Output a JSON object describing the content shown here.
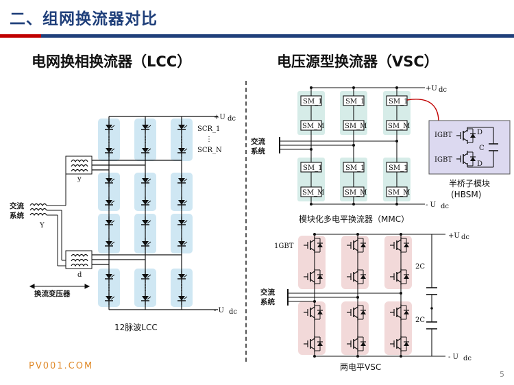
{
  "slide_title": "二、组网换流器对比",
  "lcc": {
    "heading": "电网换相换流器（LCC）",
    "caption": "12脉波LCC",
    "udc_plus": "+U",
    "udc_minus": "- U",
    "dc_sub": "dc",
    "scr_1": "SCR_1",
    "scr_dots": "⋮",
    "scr_n": "SCR_N",
    "label_y_small": "y",
    "label_y_big": "Y",
    "label_d": "d",
    "ac_system": [
      "交流",
      "系统"
    ],
    "transformer_label": "换流变压器"
  },
  "mmc": {
    "caption": "模块化多电平换流器（MMC）",
    "udc_plus": "+U",
    "udc_minus": "- U",
    "dc_sub": "dc",
    "ac_system": [
      "交流",
      "系统"
    ],
    "sm_top": [
      "SM_1",
      "SM_1",
      "SM_1"
    ],
    "sm_bottom_upper": [
      "SM_M",
      "SM_M",
      "SM_M"
    ],
    "sm_lower_top": [
      "SM_1",
      "SM_1",
      "SM_1"
    ],
    "sm_lower_bottom": [
      "SM_M",
      "SM_M",
      "SM_M"
    ],
    "hbsm": {
      "igbt1": "IGBT",
      "igbt2": "IGBT",
      "d1": "D",
      "d2": "D",
      "csm": "C",
      "title": "半桥子模块",
      "abbr": "(HBSM)"
    }
  },
  "vsc2": {
    "caption": "两电平VSC",
    "igbt_label": "1GBT",
    "udc_plus": "+U",
    "udc_minus": "- U",
    "dc_sub": "dc",
    "cap_top": "2C",
    "cap_bottom": "2C",
    "ac_system": [
      "交流",
      "系统"
    ]
  },
  "watermark": "PV001.COM",
  "page_number": "5",
  "colors": {
    "title_blue": "#1f3f7a",
    "accent_red": "#c00000",
    "lcc_valve_fill": "#cfe7f3",
    "mmc_arm_fill": "#d6ece8",
    "hbsm_fill": "#dcd9f0",
    "vsc_valve_fill": "#f2d9d9",
    "watermark": "#e08a2a"
  }
}
